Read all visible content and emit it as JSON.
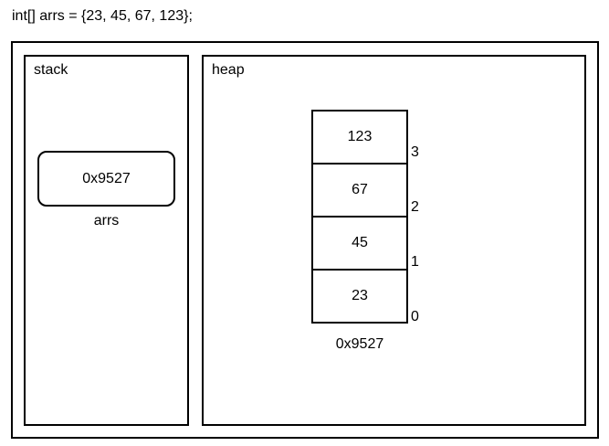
{
  "code_line": "int[] arrs = {23, 45, 67, 123};",
  "stack": {
    "title": "stack",
    "variable": {
      "value": "0x9527",
      "name": "arrs"
    }
  },
  "heap": {
    "title": "heap",
    "address": "0x9527",
    "cells": [
      {
        "value": "123",
        "index": "3"
      },
      {
        "value": "67",
        "index": "2"
      },
      {
        "value": "45",
        "index": "1"
      },
      {
        "value": "23",
        "index": "0"
      }
    ]
  }
}
